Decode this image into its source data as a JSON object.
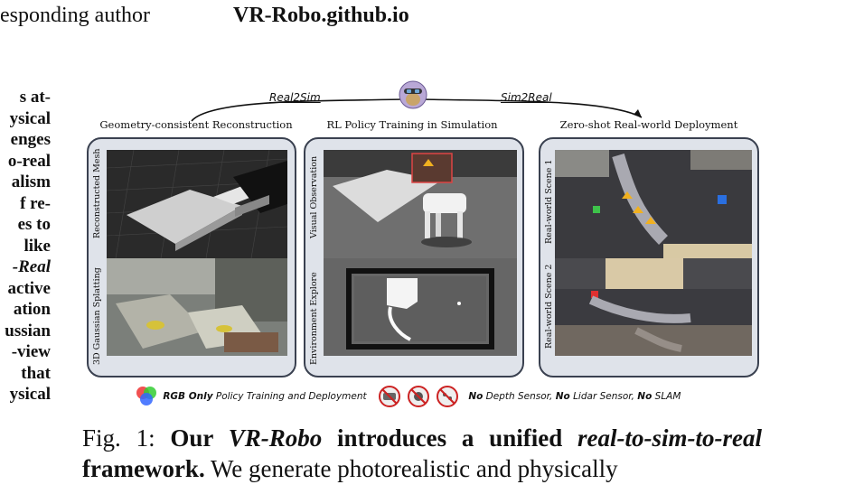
{
  "header": {
    "left_text": "esponding author",
    "url": "VR-Robo.github.io"
  },
  "left_column": {
    "lines": [
      {
        "text": "s at-",
        "italic": false
      },
      {
        "text": "ysical",
        "italic": false
      },
      {
        "text": "enges",
        "italic": false
      },
      {
        "text": "o-real",
        "italic": false
      },
      {
        "text": "alism",
        "italic": false
      },
      {
        "text": "f re-",
        "italic": false
      },
      {
        "text": "es to",
        "italic": false
      },
      {
        "text": "like",
        "italic": false
      },
      {
        "text": "-Real",
        "italic": true
      },
      {
        "text": "active",
        "italic": false
      },
      {
        "text": "ation",
        "italic": false
      },
      {
        "text": "ussian",
        "italic": false
      },
      {
        "text": "-view",
        "italic": false
      },
      {
        "text": "that",
        "italic": false
      },
      {
        "text": "ysical",
        "italic": false
      }
    ]
  },
  "figure": {
    "arrow_left": "Real2Sim",
    "arrow_right": "Sim2Real",
    "panels": [
      {
        "title": "Geometry-consistent Reconstruction",
        "top_label": "Reconstructed Mesh",
        "bottom_label": "3D Gaussian Splatting"
      },
      {
        "title": "RL Policy Training in Simulation",
        "top_label": "Visual Observation",
        "bottom_label": "Environment Explore"
      },
      {
        "title": "Zero-shot Real-world Deployment",
        "top_label": "Real-world Scene 1",
        "bottom_label": "Real-world Scene 2"
      }
    ],
    "legend": {
      "rgb_bold": "RGB Only",
      "rgb_rest": " Policy Training and Deployment",
      "no1": "No",
      "no1_rest": " Depth Sensor, ",
      "no2": "No",
      "no2_rest": " Lidar Sensor, ",
      "no3": "No",
      "no3_rest": " SLAM"
    }
  },
  "caption": {
    "fig_label": "Fig. 1: ",
    "bold_1": "Our ",
    "bold_italic_1": "VR-Robo",
    "bold_2": " introduces a unified ",
    "bold_italic_2": "real-to-sim-to-real",
    "bold_3": " framework.",
    "normal": " We generate photorealistic and physically"
  },
  "colors": {
    "panel_border": "#3a4150",
    "panel_bg": "#dfe3ea",
    "forbid_red": "#cc2222"
  }
}
